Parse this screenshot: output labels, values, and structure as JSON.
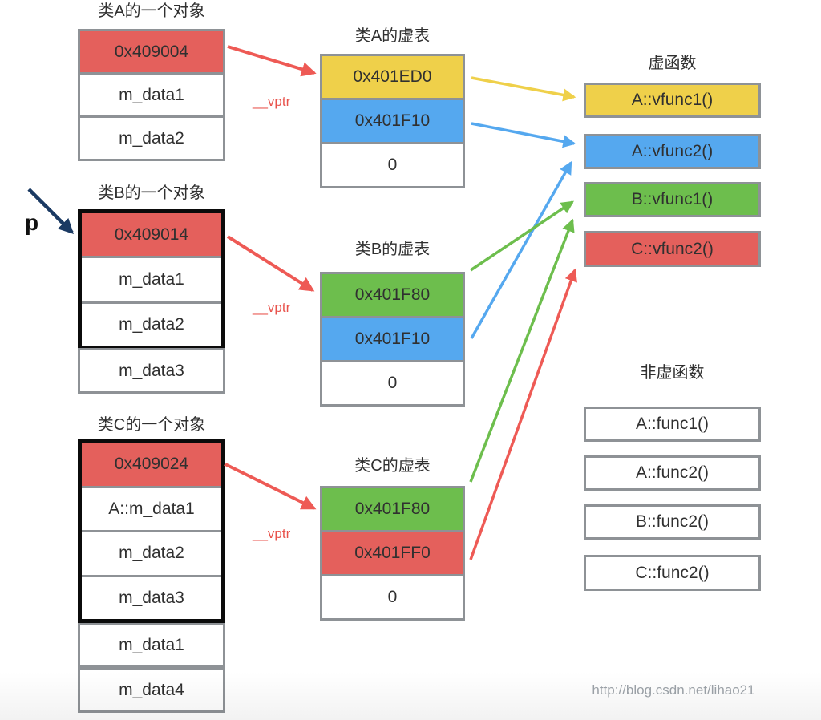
{
  "colors": {
    "red": "#E4605C",
    "yellow": "#EFD04A",
    "blue": "#55A8EF",
    "green": "#6DBE4D",
    "white": "#FFFFFF",
    "arrow_red": "#EE5A55",
    "label_red": "#E8524B",
    "navy": "#1B3A63",
    "border_gray": "#8E9296",
    "group_black": "#0B0B0B",
    "text": "#303030",
    "watermark_gray": "#9DA3A9"
  },
  "pointer": {
    "label": "p"
  },
  "vptr_label": "__vptr",
  "objects": [
    {
      "title": "类A的一个对象",
      "cells": [
        {
          "text": "0x409004",
          "fill": "red"
        },
        {
          "text": "m_data1",
          "fill": "white"
        },
        {
          "text": "m_data2",
          "fill": "white"
        }
      ]
    },
    {
      "title": "类B的一个对象",
      "cells": [
        {
          "text": "0x409014",
          "fill": "red"
        },
        {
          "text": "m_data1",
          "fill": "white"
        },
        {
          "text": "m_data2",
          "fill": "white"
        },
        {
          "text": "m_data3",
          "fill": "white"
        }
      ]
    },
    {
      "title": "类C的一个对象",
      "cells": [
        {
          "text": "0x409024",
          "fill": "red"
        },
        {
          "text": "A::m_data1",
          "fill": "white"
        },
        {
          "text": "m_data2",
          "fill": "white"
        },
        {
          "text": "m_data3",
          "fill": "white"
        },
        {
          "text": "m_data1",
          "fill": "white"
        },
        {
          "text": "m_data4",
          "fill": "white"
        }
      ]
    }
  ],
  "vtables": [
    {
      "title": "类A的虚表",
      "cells": [
        {
          "text": "0x401ED0",
          "fill": "yellow"
        },
        {
          "text": "0x401F10",
          "fill": "blue"
        },
        {
          "text": "0",
          "fill": "white"
        }
      ]
    },
    {
      "title": "类B的虚表",
      "cells": [
        {
          "text": "0x401F80",
          "fill": "green"
        },
        {
          "text": "0x401F10",
          "fill": "blue"
        },
        {
          "text": "0",
          "fill": "white"
        }
      ]
    },
    {
      "title": "类C的虚表",
      "cells": [
        {
          "text": "0x401F80",
          "fill": "green"
        },
        {
          "text": "0x401FF0",
          "fill": "red"
        },
        {
          "text": "0",
          "fill": "white"
        }
      ]
    }
  ],
  "virtual_functions": {
    "title": "虚函数",
    "items": [
      {
        "text": "A::vfunc1()",
        "fill": "yellow"
      },
      {
        "text": "A::vfunc2()",
        "fill": "blue"
      },
      {
        "text": "B::vfunc1()",
        "fill": "green"
      },
      {
        "text": "C::vfunc2()",
        "fill": "red"
      }
    ]
  },
  "nonvirtual_functions": {
    "title": "非虚函数",
    "items": [
      {
        "text": "A::func1()"
      },
      {
        "text": "A::func2()"
      },
      {
        "text": "B::func2()"
      },
      {
        "text": "C::func2()"
      }
    ]
  },
  "arrows": [
    {
      "name": "vptr-a",
      "from": "object-a 0x409004",
      "to": "vtable-a",
      "color": "arrow_red"
    },
    {
      "name": "vptr-b",
      "from": "object-b 0x409014",
      "to": "vtable-b",
      "color": "arrow_red"
    },
    {
      "name": "vptr-c",
      "from": "object-c 0x409024",
      "to": "vtable-c",
      "color": "arrow_red"
    },
    {
      "name": "a-slot1",
      "from": "vtable-a 0x401ED0",
      "to": "A::vfunc1()",
      "color": "yellow"
    },
    {
      "name": "a-slot2",
      "from": "vtable-a 0x401F10",
      "to": "A::vfunc2()",
      "color": "blue"
    },
    {
      "name": "b-slot1",
      "from": "vtable-b 0x401F80",
      "to": "B::vfunc1()",
      "color": "green"
    },
    {
      "name": "b-slot2",
      "from": "vtable-b 0x401F10",
      "to": "A::vfunc2()",
      "color": "blue"
    },
    {
      "name": "c-slot1",
      "from": "vtable-c 0x401F80",
      "to": "B::vfunc1()",
      "color": "green"
    },
    {
      "name": "c-slot2",
      "from": "vtable-c 0x401FF0",
      "to": "C::vfunc2()",
      "color": "arrow_red"
    },
    {
      "name": "pointer-p",
      "from": "p",
      "to": "object-b",
      "color": "navy"
    }
  ],
  "watermark": "http://blog.csdn.net/lihao21"
}
